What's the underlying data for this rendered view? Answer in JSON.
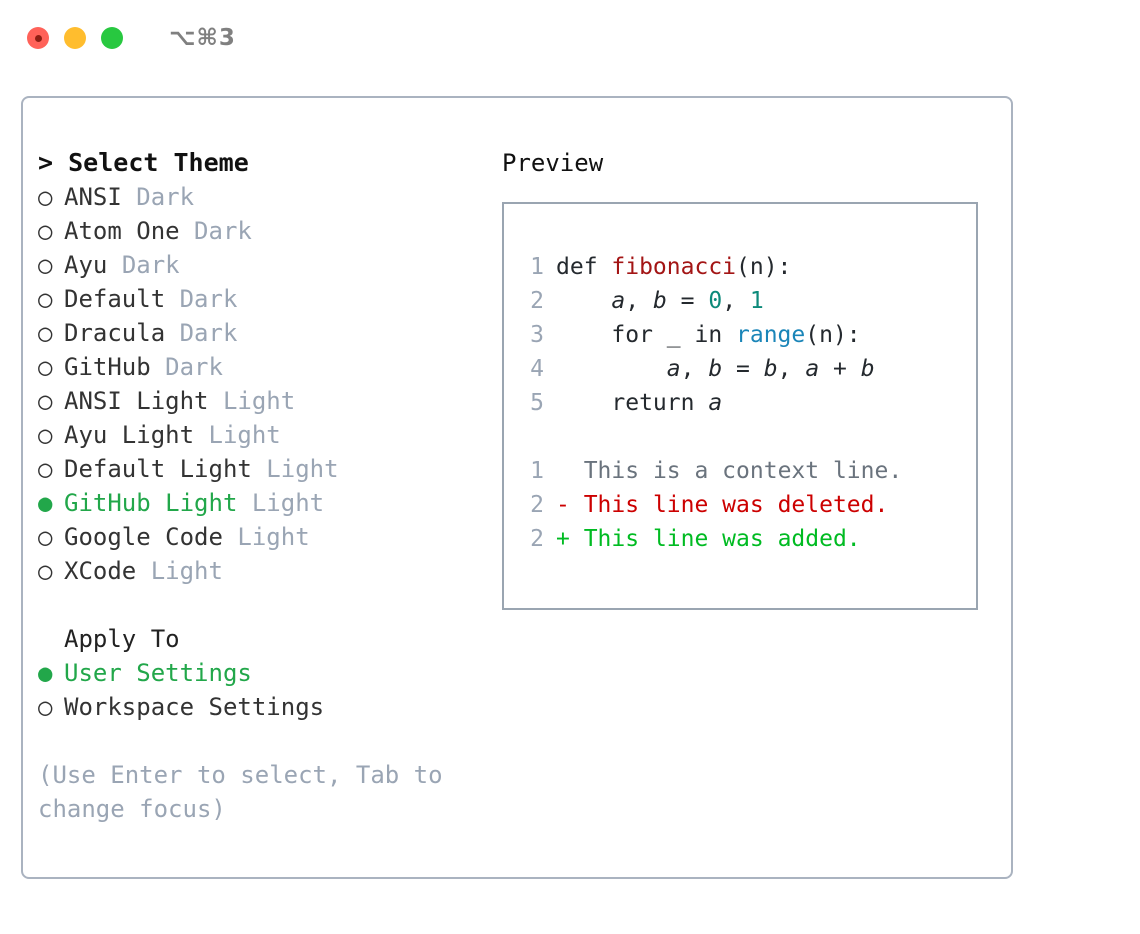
{
  "window": {
    "shortcut": "⌥⌘3",
    "traffic_lights": [
      "close-light",
      "minimize-light",
      "maximize-light"
    ]
  },
  "theme_picker": {
    "heading_caret": ">",
    "heading": "Select Theme",
    "marker_selected": "●",
    "marker_unselected": "○",
    "items": [
      {
        "name": "ANSI",
        "tag": "Dark",
        "selected": false
      },
      {
        "name": "Atom One",
        "tag": "Dark",
        "selected": false
      },
      {
        "name": "Ayu",
        "tag": "Dark",
        "selected": false
      },
      {
        "name": "Default",
        "tag": "Dark",
        "selected": false
      },
      {
        "name": "Dracula",
        "tag": "Dark",
        "selected": false
      },
      {
        "name": "GitHub",
        "tag": "Dark",
        "selected": false
      },
      {
        "name": "ANSI Light",
        "tag": "Light",
        "selected": false
      },
      {
        "name": "Ayu Light",
        "tag": "Light",
        "selected": false
      },
      {
        "name": "Default Light",
        "tag": "Light",
        "selected": false
      },
      {
        "name": "GitHub Light",
        "tag": "Light",
        "selected": true
      },
      {
        "name": "Google Code",
        "tag": "Light",
        "selected": false
      },
      {
        "name": "XCode",
        "tag": "Light",
        "selected": false
      }
    ]
  },
  "apply_to": {
    "title": "Apply To",
    "items": [
      {
        "name": "User Settings",
        "selected": true
      },
      {
        "name": "Workspace Settings",
        "selected": false
      }
    ]
  },
  "hint": "(Use Enter to select, Tab to change focus)",
  "preview": {
    "title": "Preview",
    "code_lines": [
      {
        "no": "1",
        "tokens": [
          {
            "t": "def ",
            "c": "kw"
          },
          {
            "t": "fibonacci",
            "c": "fname"
          },
          {
            "t": "(n):",
            "c": "punct"
          }
        ]
      },
      {
        "no": "2",
        "tokens": [
          {
            "t": "    ",
            "c": "punct"
          },
          {
            "t": "a",
            "c": "var"
          },
          {
            "t": ", ",
            "c": "punct"
          },
          {
            "t": "b",
            "c": "var"
          },
          {
            "t": " = ",
            "c": "punct"
          },
          {
            "t": "0",
            "c": "num"
          },
          {
            "t": ", ",
            "c": "punct"
          },
          {
            "t": "1",
            "c": "num"
          }
        ]
      },
      {
        "no": "3",
        "tokens": [
          {
            "t": "    for _ in ",
            "c": "kw"
          },
          {
            "t": "range",
            "c": "builtin"
          },
          {
            "t": "(n):",
            "c": "punct"
          }
        ]
      },
      {
        "no": "4",
        "tokens": [
          {
            "t": "        ",
            "c": "punct"
          },
          {
            "t": "a",
            "c": "var"
          },
          {
            "t": ", ",
            "c": "punct"
          },
          {
            "t": "b",
            "c": "var"
          },
          {
            "t": " = ",
            "c": "punct"
          },
          {
            "t": "b",
            "c": "var"
          },
          {
            "t": ", ",
            "c": "punct"
          },
          {
            "t": "a",
            "c": "var"
          },
          {
            "t": " + ",
            "c": "punct"
          },
          {
            "t": "b",
            "c": "var"
          }
        ]
      },
      {
        "no": "5",
        "tokens": [
          {
            "t": "    return ",
            "c": "kw"
          },
          {
            "t": "a",
            "c": "var"
          }
        ]
      }
    ],
    "diff_lines": [
      {
        "no": "1",
        "marker": "  ",
        "text": "This is a context line.",
        "kind": "ctx"
      },
      {
        "no": "2",
        "marker": "- ",
        "text": "This line was deleted.",
        "kind": "del"
      },
      {
        "no": "2",
        "marker": "+ ",
        "text": "This line was added.",
        "kind": "add"
      }
    ]
  },
  "colors": {
    "accent_green": "#22a74a",
    "tag_gray": "#9aa5b4",
    "panel_border": "#aab3c0",
    "preview_border": "#9aa5b1",
    "code_fname": "#a31515",
    "code_number": "#0d8a7a",
    "code_builtin": "#1a85b8",
    "diff_delete": "#cc0000",
    "diff_add": "#00bb22",
    "diff_context": "#6a737d"
  }
}
